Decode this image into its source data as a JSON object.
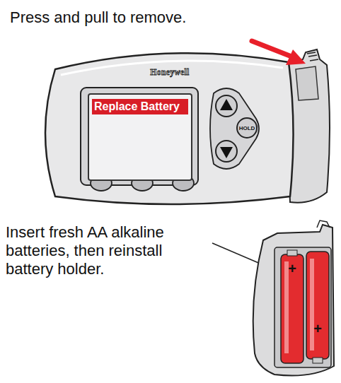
{
  "diagram": {
    "nodes": [
      {
        "text": [
          "Honeywell"
        ]
      },
      {
        "text": [
          "Replace Battery"
        ],
        "in": 0
      },
      {
        "text": [
          "HOLD"
        ],
        "in": 0
      }
    ],
    "labels": [
      "Press and pull to remove.",
      "Insert fresh AA alkaline batteries, then reinstall battery holder.",
      "+",
      "+"
    ]
  }
}
